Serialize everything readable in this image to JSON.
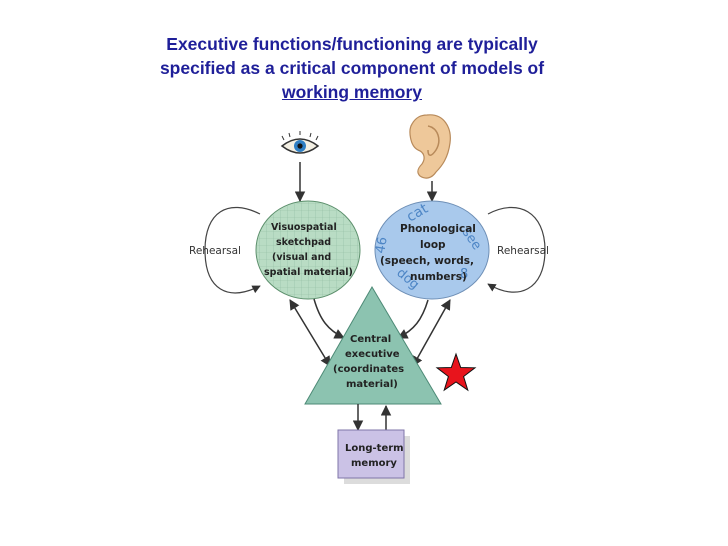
{
  "title": {
    "line1": "Executive functions/functioning are typically",
    "line2": "specified as a critical component of models of",
    "link": "working memory"
  },
  "diagram": {
    "visuospatial": [
      "Visuospatial",
      "sketchpad",
      "(visual and",
      "spatial material)"
    ],
    "phonological": [
      "Phonological",
      "loop",
      "(speech, words,",
      "numbers)"
    ],
    "central": [
      "Central",
      "executive",
      "(coordinates",
      "material)"
    ],
    "longterm": [
      "Long-term",
      "memory"
    ],
    "rehearsal_left": "Rehearsal",
    "rehearsal_right": "Rehearsal",
    "deco_text": [
      "cat",
      "46",
      "see",
      "dog",
      "8"
    ]
  },
  "colors": {
    "title": "#1f1f99",
    "visuospatial_fill": "#b9dcc4",
    "phonological_fill": "#a9c9ec",
    "central_fill": "#8cc3b0",
    "longterm_fill": "#cbc2e6",
    "star": "#e8141c",
    "arrow": "#333333"
  },
  "icons": [
    "eye-icon",
    "ear-icon",
    "star-icon"
  ]
}
